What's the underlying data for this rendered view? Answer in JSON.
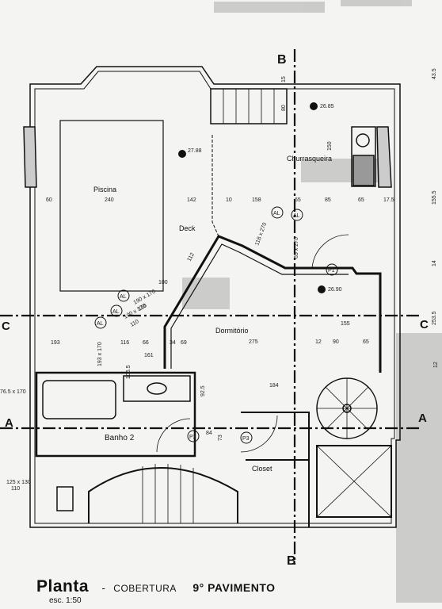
{
  "title": {
    "main": "Planta",
    "dash": "-",
    "sub": "COBERTURA",
    "floor": "9° PAVIMENTO",
    "scale": "esc. 1:50"
  },
  "rooms": {
    "piscina": "Piscina",
    "deck": "Deck",
    "churrasqueira": "Churrasqueira",
    "dormitorio": "Dormitório",
    "banho": "Banho 2",
    "closet": "Closet"
  },
  "section_marks": {
    "b": "B",
    "c": "C",
    "a": "A"
  },
  "levels": {
    "top": "26.85",
    "pool": "27.88",
    "floor": "26.90"
  },
  "doors": {
    "p1": "P1",
    "p2": "P2",
    "p3": "P3"
  },
  "windows": {
    "al": "AL"
  },
  "dimensions": {
    "d60": "60",
    "d240": "240",
    "d142": "142",
    "d10": "10",
    "d158": "158",
    "d65": "65",
    "d85": "85",
    "d175": "17.5",
    "d150": "150",
    "d100": "100",
    "d112": "112",
    "w190": "190 x 170",
    "w110": "110",
    "w100": "100 x 170",
    "w118": "118 x 270",
    "w65": "65 x 270",
    "d193": "193",
    "d116": "116",
    "d66": "66",
    "d34": "34",
    "d69": "69",
    "d275": "275",
    "d12": "12",
    "d90": "90",
    "d155": "155",
    "d161": "161",
    "d193b": "193 x 170",
    "d1065": "106.5",
    "d184": "184",
    "d925": "92.5",
    "d84": "84",
    "d73": "73",
    "w765": "76.5 x 170",
    "d1125": "125 x 130",
    "d435": "43.5",
    "d14": "14",
    "d1555": "155.5",
    "d2535": "253.5",
    "d12b": "12",
    "d80": "80",
    "d15": "15"
  }
}
